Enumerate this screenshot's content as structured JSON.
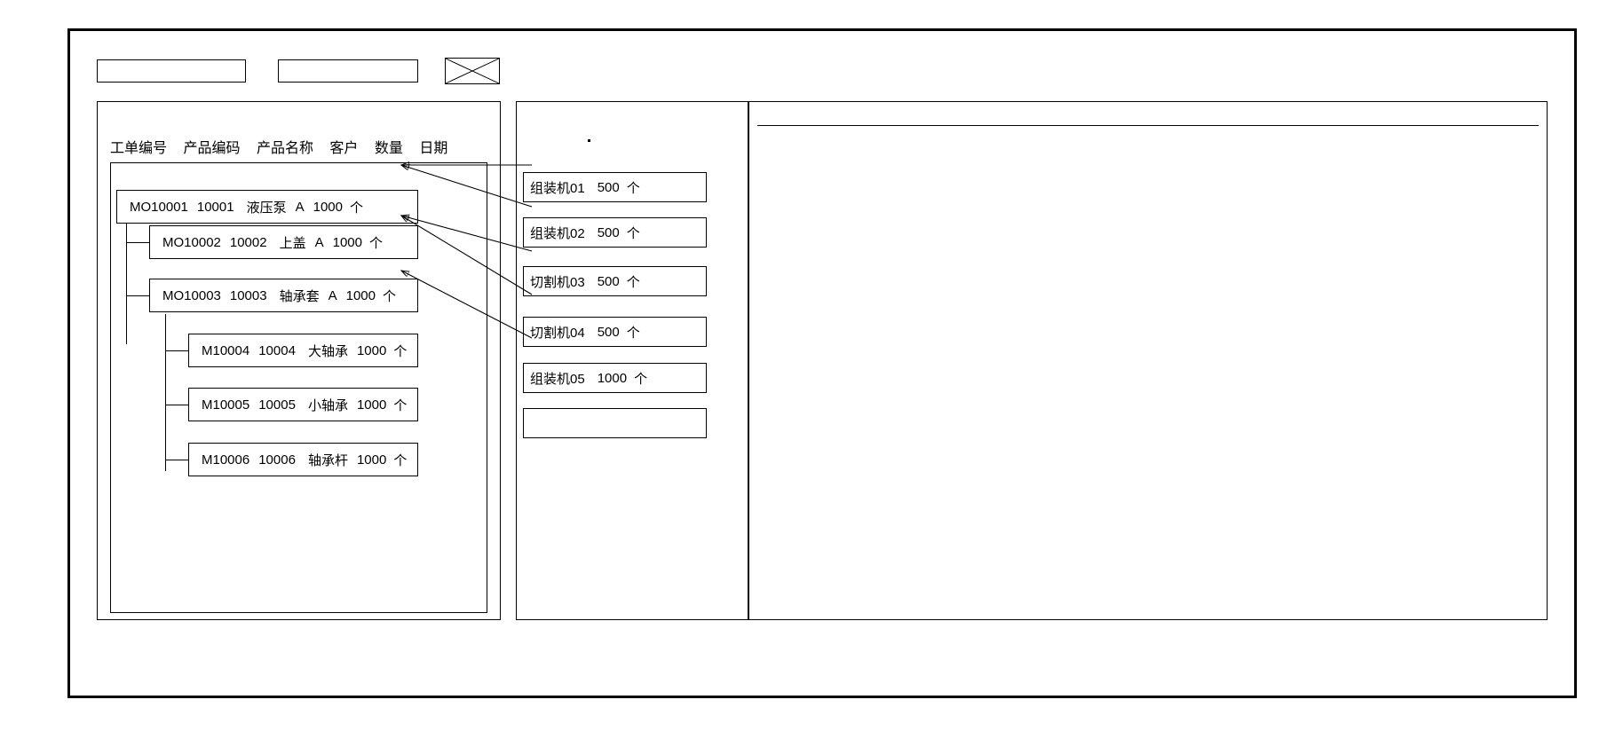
{
  "window": {
    "title": ""
  },
  "toolbar": {
    "field_1_value": "",
    "field_2_value": "",
    "image_placeholder_name": "image-placeholder-icon"
  },
  "left_panel": {
    "table_headers": [
      "工单编号",
      "产品编码",
      "产品名称",
      "客户",
      "数量",
      "日期"
    ],
    "rows": [
      {
        "level": 0,
        "order_no": "MO10001",
        "product_code": "10001",
        "product_name": "液压泵",
        "customer": "A",
        "qty": "1000",
        "unit": "个"
      },
      {
        "level": 1,
        "order_no": "MO10002",
        "product_code": "10002",
        "product_name": "上盖",
        "customer": "A",
        "qty": "1000",
        "unit": "个"
      },
      {
        "level": 1,
        "order_no": "MO10003",
        "product_code": "10003",
        "product_name": "轴承套",
        "customer": "A",
        "qty": "1000",
        "unit": "个"
      },
      {
        "level": 2,
        "order_no": "M10004",
        "product_code": "10004",
        "product_name": "大轴承",
        "customer": "",
        "qty": "1000",
        "unit": "个"
      },
      {
        "level": 2,
        "order_no": "M10005",
        "product_code": "10005",
        "product_name": "小轴承",
        "customer": "",
        "qty": "1000",
        "unit": "个"
      },
      {
        "level": 2,
        "order_no": "M10006",
        "product_code": "10006",
        "product_name": "轴承杆",
        "customer": "",
        "qty": "1000",
        "unit": "个"
      }
    ]
  },
  "mid_panel": {
    "marker": ".",
    "machines": [
      {
        "name": "组装机01",
        "qty": "500",
        "unit": "个"
      },
      {
        "name": "组装机02",
        "qty": "500",
        "unit": "个"
      },
      {
        "name": "切割机03",
        "qty": "500",
        "unit": "个"
      },
      {
        "name": "切割机04",
        "qty": "500",
        "unit": "个"
      },
      {
        "name": "组装机05",
        "qty": "1000",
        "unit": "个"
      },
      {
        "name": "",
        "qty": "",
        "unit": ""
      }
    ]
  },
  "right_panel": {
    "content": ""
  },
  "colors": {
    "stroke": "#000000",
    "background": "#ffffff"
  }
}
